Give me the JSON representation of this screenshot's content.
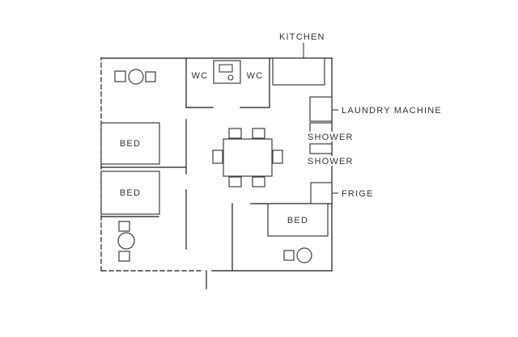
{
  "diagram": {
    "type": "floor-plan",
    "labels": {
      "kitchen": "KITCHEN",
      "wc_left": "WC",
      "wc_right": "WC",
      "laundry_machine": "LAUNDRY MACHINE",
      "shower_top": "SHOWER",
      "shower_bottom": "SHOWER",
      "fridge": "FRIGE",
      "bed_top_left": "BED",
      "bed_bottom_left": "BED",
      "bed_bottom_right": "BED"
    },
    "colors": {
      "line": "#3d3d3d",
      "text": "#333333",
      "background": "#ffffff"
    }
  }
}
